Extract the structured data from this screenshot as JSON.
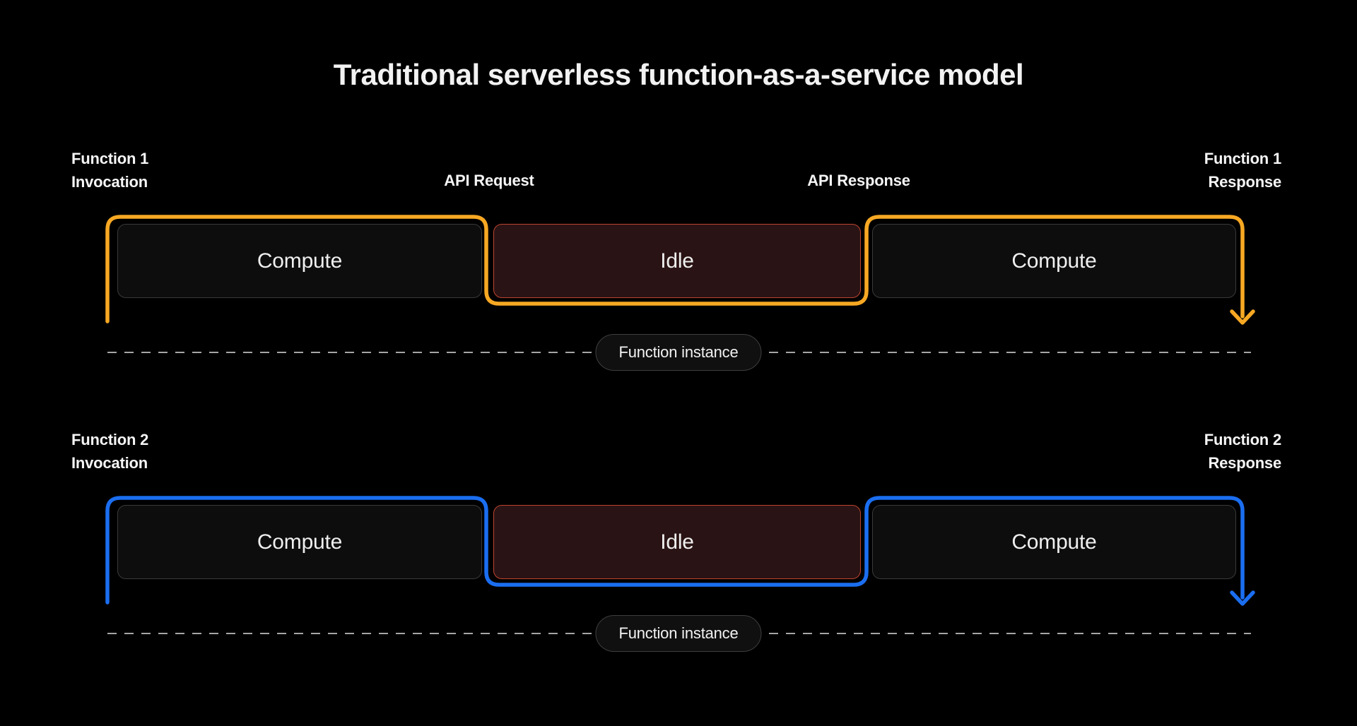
{
  "title": "Traditional serverless function-as-a-service model",
  "colors": {
    "background": "#000000",
    "row1_accent": "#F7A823",
    "row2_accent": "#1B6EF0",
    "compute_bg": "#0D0D0D",
    "compute_border": "#3A3A3A",
    "idle_bg": "#2A1314",
    "idle_border": "#BE452F",
    "dash": "#A6A6A6",
    "text": "#F5F5F5",
    "pill_bg": "#101010",
    "pill_border": "#3E3E3E"
  },
  "rows": [
    {
      "invocation_line1": "Function 1",
      "invocation_line2": "Invocation",
      "api_request": "API Request",
      "api_response": "API Response",
      "response_line1": "Function 1",
      "response_line2": "Response",
      "boxes": [
        {
          "label": "Compute",
          "type": "compute"
        },
        {
          "label": "Idle",
          "type": "idle"
        },
        {
          "label": "Compute",
          "type": "compute"
        }
      ],
      "instance_label": "Function instance"
    },
    {
      "invocation_line1": "Function 2",
      "invocation_line2": "Invocation",
      "response_line1": "Function 2",
      "response_line2": "Response",
      "boxes": [
        {
          "label": "Compute",
          "type": "compute"
        },
        {
          "label": "Idle",
          "type": "idle"
        },
        {
          "label": "Compute",
          "type": "compute"
        }
      ],
      "instance_label": "Function instance"
    }
  ]
}
